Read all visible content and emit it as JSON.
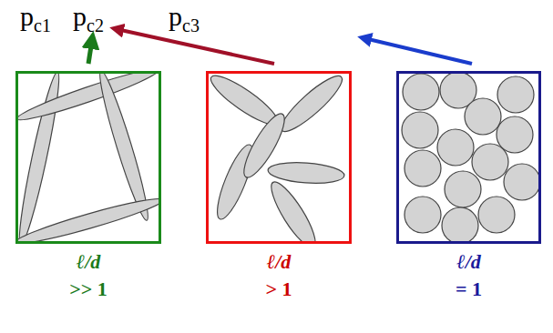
{
  "diagram": {
    "nodes": [
      {
        "text": [
          "ℓ/d",
          ">> 1"
        ]
      },
      {
        "text": [
          "ℓ/d",
          "> 1"
        ]
      },
      {
        "text": [
          "ℓ/d",
          "= 1"
        ]
      }
    ],
    "labels": [
      "pc1",
      "pc2",
      "pc3"
    ]
  }
}
